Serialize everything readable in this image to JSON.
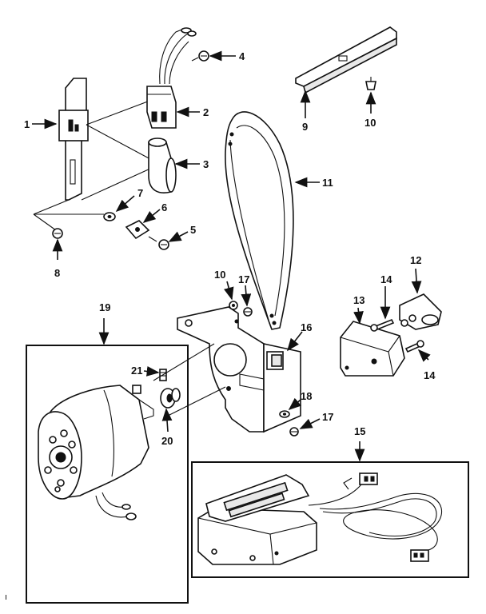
{
  "callouts": {
    "c1": "1",
    "c2": "2",
    "c3": "3",
    "c4": "4",
    "c5": "5",
    "c6": "6",
    "c7": "7",
    "c8": "8",
    "c9": "9",
    "c10a": "10",
    "c10b": "10",
    "c11": "11",
    "c12": "12",
    "c13": "13",
    "c14a": "14",
    "c14b": "14",
    "c15": "15",
    "c16": "16",
    "c17a": "17",
    "c17b": "17",
    "c18": "18",
    "c19": "19",
    "c20": "20",
    "c21": "21"
  },
  "corner_mark": "ı"
}
